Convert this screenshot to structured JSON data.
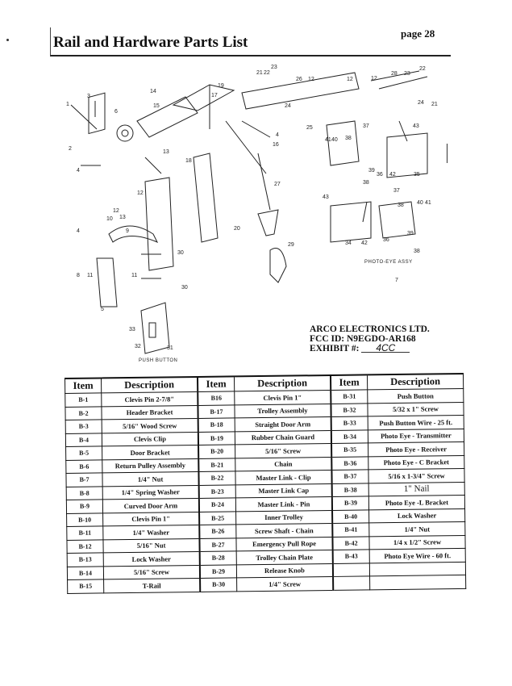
{
  "header": {
    "title": "Rail and Hardware Parts List",
    "page": "page 28"
  },
  "diagram": {
    "push_button_label": "PUSH BUTTON",
    "photo_eye_label": "PHOTO-EYE ASSY",
    "callouts": [
      "1",
      "3",
      "14",
      "15",
      "6",
      "2",
      "4",
      "13",
      "12",
      "12",
      "13",
      "10",
      "9",
      "4",
      "8",
      "11",
      "11",
      "5",
      "30",
      "30",
      "18",
      "17",
      "19",
      "16",
      "4",
      "27",
      "20",
      "29",
      "25",
      "23",
      "21",
      "22",
      "26",
      "12",
      "24",
      "12",
      "12",
      "28",
      "23",
      "22",
      "24",
      "21",
      "37",
      "43",
      "41",
      "40",
      "38",
      "39",
      "36",
      "42",
      "35",
      "38",
      "43",
      "37",
      "38",
      "40",
      "41",
      "39",
      "34",
      "42",
      "36",
      "38",
      "33",
      "32",
      "31",
      "7"
    ]
  },
  "fcc": {
    "company": "ARCO ELECTRONICS LTD.",
    "fcc_id": "FCC ID:  N9EGDO-AR168",
    "exhibit_label": "EXHIBIT #:",
    "exhibit_value": "4CC"
  },
  "table": {
    "headers": [
      "Item",
      "Description",
      "Item",
      "Description",
      "Item",
      "Description"
    ],
    "rows": [
      [
        "B-1",
        "Clevis Pin 2-7/8\"",
        "B16",
        "Clevis Pin 1\"",
        "B-31",
        "Push Button"
      ],
      [
        "B-2",
        "Header Bracket",
        "B-17",
        "Trolley Assembly",
        "B-32",
        "5/32 x 1\" Screw"
      ],
      [
        "B-3",
        "5/16\" Wood Screw",
        "B-18",
        "Straight Door Arm",
        "B-33",
        "Push Button Wire - 25 ft."
      ],
      [
        "B-4",
        "Clevis Clip",
        "B-19",
        "Rubber Chain Guard",
        "B-34",
        "Photo Eye - Transmitter"
      ],
      [
        "B-5",
        "Door Bracket",
        "B-20",
        "5/16\" Screw",
        "B-35",
        "Photo Eye - Receiver"
      ],
      [
        "B-6",
        "Return Pulley Assembly",
        "B-21",
        "Chain",
        "B-36",
        "Photo Eye - C Bracket"
      ],
      [
        "B-7",
        "1/4\" Nut",
        "B-22",
        "Master Link - Clip",
        "B-37",
        "5/16 x 1-3/4\" Screw"
      ],
      [
        "B-8",
        "1/4\" Spring Washer",
        "B-23",
        "Master Link Cap",
        "B-38",
        "1\" Nail"
      ],
      [
        "B-9",
        "Curved Door Arm",
        "B-24",
        "Master Link - Pin",
        "B-39",
        "Photo Eye -L Bracket"
      ],
      [
        "B-10",
        "Clevis Pin 1\"",
        "B-25",
        "Inner Trolley",
        "B-40",
        "Lock Washer"
      ],
      [
        "B-11",
        "1/4\" Washer",
        "B-26",
        "Screw Shaft - Chain",
        "B-41",
        "1/4\" Nut"
      ],
      [
        "B-12",
        "5/16\" Nut",
        "B-27",
        "Emergency Pull Rope",
        "B-42",
        "1/4 x 1/2\" Screw"
      ],
      [
        "B-13",
        "Lock Washer",
        "B-28",
        "Trolley Chain Plate",
        "B-43",
        "Photo Eye Wire - 60 ft."
      ],
      [
        "B-14",
        "5/16\" Screw",
        "B-29",
        "Release Knob",
        "",
        ""
      ],
      [
        "B-15",
        "T-Rail",
        "B-30",
        "1/4\" Screw",
        "",
        ""
      ]
    ]
  }
}
